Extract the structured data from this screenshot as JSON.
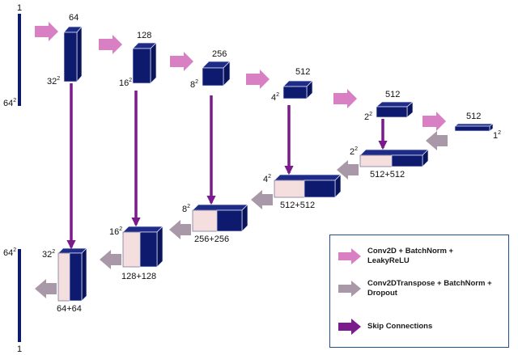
{
  "labels": {
    "in_height": "1",
    "in_res": "64",
    "out_height": "1",
    "out_res": "64",
    "e1_ch": "64",
    "e1_res": "32",
    "e2_ch": "128",
    "e2_res": "16",
    "e3_ch": "256",
    "e3_res": "8",
    "e4_ch": "512",
    "e4_res": "4",
    "e5_ch": "512",
    "e5_res": "2",
    "e6_ch": "512",
    "e6_res": "1",
    "d5_res": "2",
    "d5_ch": "512+512",
    "d4_res": "4",
    "d4_ch": "512+512",
    "d3_res": "8",
    "d3_ch": "256+256",
    "d2_res": "16",
    "d2_ch": "128+128",
    "d1_res": "32",
    "d1_ch": "64+64",
    "sq": "2"
  },
  "legend": {
    "conv": "Conv2D + BatchNorm + LeakyReLU",
    "deconv": "Conv2DTranspose + BatchNorm + Dropout",
    "skip": "Skip Connections"
  },
  "colors": {
    "block_dark": "#0d1a6e",
    "block_light": "#f5dede",
    "conv_arrow": "#d97fc3",
    "deconv_arrow": "#a898a8",
    "skip_arrow": "#7b1a8c",
    "legend_border": "#1f4e8c"
  },
  "icons": {
    "conv": "pink-right-arrow-icon",
    "deconv": "gray-left-arrow-icon",
    "skip": "purple-right-arrow-icon"
  }
}
